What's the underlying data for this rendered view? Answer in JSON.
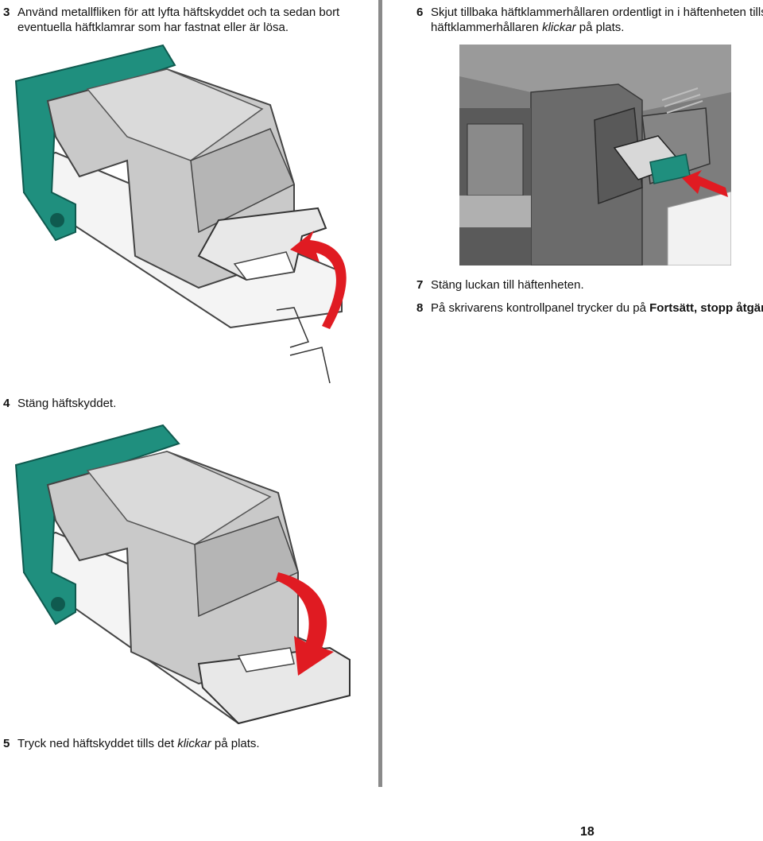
{
  "steps": {
    "s3": {
      "num": "3",
      "line1": "Använd metallfliken för att lyfta häftskyddet och ta sedan bort",
      "line2": "eventuella häftklamrar som har fastnat eller är lösa."
    },
    "s4": {
      "num": "4",
      "line1": "Stäng häftskyddet."
    },
    "s5": {
      "num": "5",
      "pre": "Tryck ned häftskyddet tills det ",
      "em": "klickar",
      "post": " på plats."
    },
    "s6": {
      "num": "6",
      "line1": "Skjut tillbaka häftklammerhållaren ordentligt in i häftenheten tills",
      "pre2": "häftklammerhållaren ",
      "em2": "klickar",
      "post2": " på plats."
    },
    "s7": {
      "num": "7",
      "line1": "Stäng luckan till häftenheten."
    },
    "s8": {
      "num": "8",
      "pre": "På skrivarens kontrollpanel trycker du på ",
      "bold": "Fortsätt, stopp åtgärdat",
      "post": "."
    }
  },
  "page_number": "18",
  "colors": {
    "teal": "#1f8f7e",
    "red": "#e01b22",
    "grey": "#bdbdbd",
    "divider": "#8a8a8a"
  }
}
